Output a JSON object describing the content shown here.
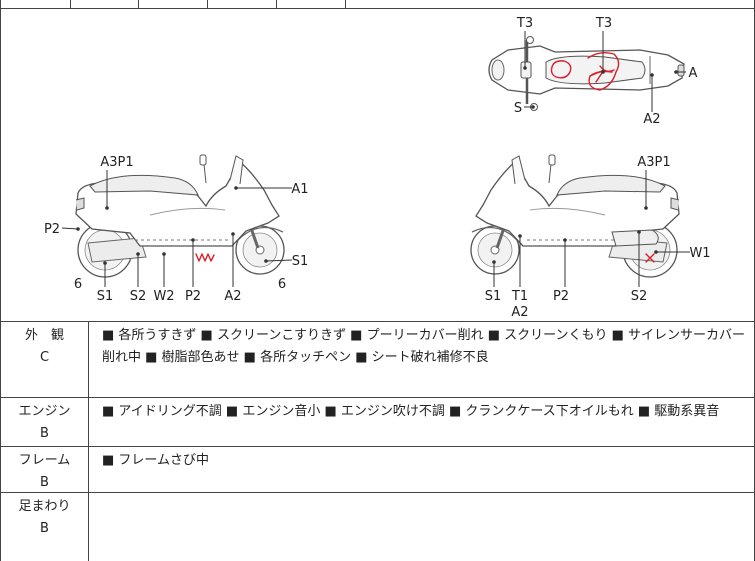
{
  "diagram": {
    "top_view_labels": [
      "T3",
      "T3",
      "A",
      "S",
      "A2"
    ],
    "left_view_labels": [
      "A3P1",
      "A1",
      "P2",
      "S1",
      "6",
      "6",
      "S1",
      "S2",
      "W2",
      "P2",
      "A2"
    ],
    "right_view_labels": [
      "A3P1",
      "W1",
      "S1",
      "T1",
      "A2",
      "P2",
      "S2"
    ]
  },
  "rows": [
    {
      "label": "外　観",
      "grade": "C",
      "text": "■ 各所うすきず ■ スクリーンこすりきず ■ プーリーカバー削れ ■ スクリーンくもり ■ サイレンサーカバー削れ中 ■ 樹脂部色あせ ■ 各所タッチペン ■ シート破れ補修不良"
    },
    {
      "label": "エンジン",
      "grade": "B",
      "text": "■ アイドリング不調 ■ エンジン音小 ■ エンジン吹け不調 ■ クランクケース下オイルもれ ■ 駆動系異音"
    },
    {
      "label": "フレーム",
      "grade": "B",
      "text": "■ フレームさび中"
    },
    {
      "label": "足まわり",
      "grade": "B",
      "text": ""
    }
  ],
  "colors": {
    "damage_mark": "#d8202a",
    "line": "#444444"
  }
}
